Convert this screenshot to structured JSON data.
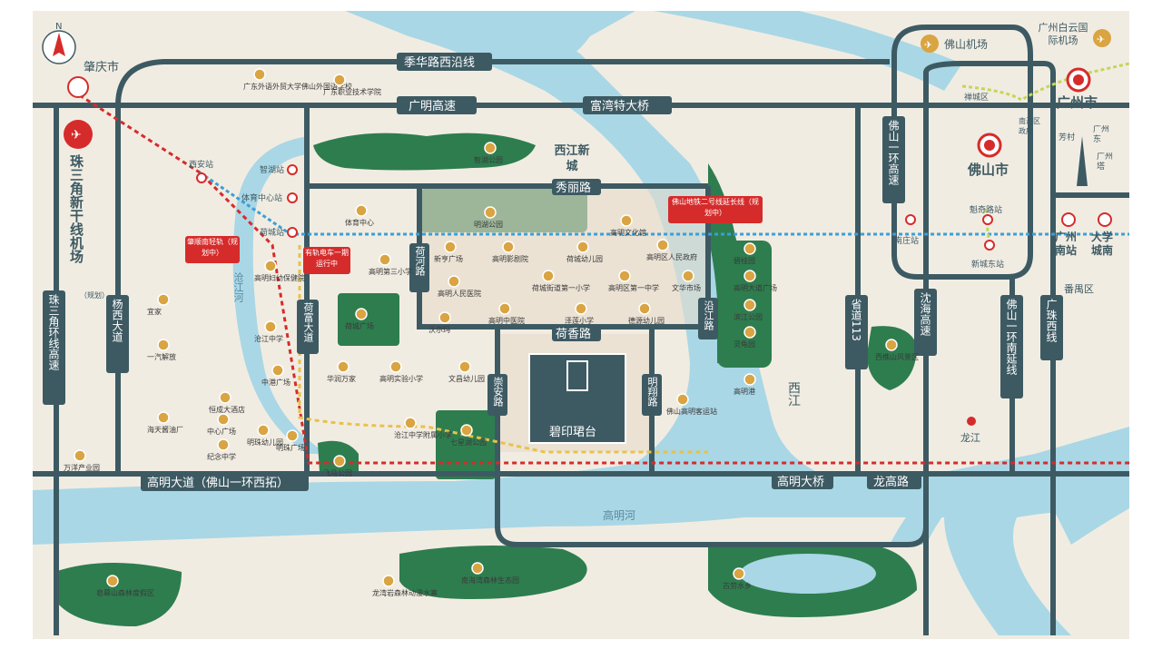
{
  "compass": {
    "label": "N"
  },
  "cities": {
    "zhaoqing": "肇庆市",
    "guangzhou": "广州市",
    "foshan": "佛山市",
    "guangzhou_south": "广州南站",
    "university_city": "大学城南"
  },
  "airports": {
    "pearl_delta": "珠三角新干线机场",
    "pearl_delta_sub": "（规划）",
    "foshan": "佛山机场",
    "baiyun": "广州白云国际机场"
  },
  "roads": {
    "jihua": "季华路西沿线",
    "guangming": "广明高速",
    "fuwan": "富湾特大桥",
    "gaoming_avenue": "高明大道（佛山一环西拓）",
    "gaoming_bridge": "高明大桥",
    "longgao": "龙高路",
    "zhu_ring": "珠三角环线高速",
    "yangxi": "杨西大道",
    "foshan_ring1": "佛山一环高速",
    "shengdao": "省道113",
    "shenhai": "沈海高速",
    "foshan_ring_south": "佛山一环南延线",
    "guangzhu_west": "广珠西线",
    "xiuli": "秀丽路",
    "hexiang": "荷香路",
    "hefu": "荷富大道",
    "hehe": "荷河路",
    "yanjiang": "沿江路",
    "chongan": "崇安路",
    "mingxiang": "明翔路"
  },
  "districts": {
    "xijiang_newtown": "西江新城",
    "xijiang_river": "西江",
    "canggang_river": "沧江河",
    "gaoming_river": "高明河",
    "panyu": "番禺区",
    "longjiang": "龙江",
    "chancheng": "禅城区",
    "nanhai_gov": "南海区政府",
    "huangqi": "芳村",
    "guangzhou_east": "广州东",
    "canton_tower": "广州塔"
  },
  "metro_stations": [
    "西安站",
    "智湖站",
    "体育中心站",
    "荷城站",
    "南庄站",
    "魁奇路站",
    "新城东站"
  ],
  "red_tags": {
    "metro_ext": "佛山地铁二号线延长线（规划中）",
    "rail_zhaoqing": "肇顺南轻轨（规划中）",
    "tram": "有轨电车一期运行中"
  },
  "pois": [
    {
      "name": "广东外语外贸大学佛山外国语学校"
    },
    {
      "name": "广东职业技术学院"
    },
    {
      "name": "智湖公园"
    },
    {
      "name": "明湖公园"
    },
    {
      "name": "高明文化馆"
    },
    {
      "name": "体育中心"
    },
    {
      "name": "高明第三小学"
    },
    {
      "name": "高明妇幼保健院"
    },
    {
      "name": "沧江中学"
    },
    {
      "name": "中港广场"
    },
    {
      "name": "荷城广场"
    },
    {
      "name": "华润万家"
    },
    {
      "name": "高明实验小学"
    },
    {
      "name": "文昌幼儿园"
    },
    {
      "name": "新亨广场"
    },
    {
      "name": "高明人民医院"
    },
    {
      "name": "高明影剧院"
    },
    {
      "name": "荷城幼儿园"
    },
    {
      "name": "荷城街道第一小学"
    },
    {
      "name": "高明区第一中学"
    },
    {
      "name": "文华市场"
    },
    {
      "name": "高明区人民政府"
    },
    {
      "name": "沃尔玛"
    },
    {
      "name": "高明中医院"
    },
    {
      "name": "泽莲小学"
    },
    {
      "name": "德源幼儿园"
    },
    {
      "name": "碧桂园"
    },
    {
      "name": "高明大道广场"
    },
    {
      "name": "滨江公园"
    },
    {
      "name": "灵龟园"
    },
    {
      "name": "高明港"
    },
    {
      "name": "佛山高明客运站"
    },
    {
      "name": "七星湖公园"
    },
    {
      "name": "沧江中学附属小学"
    },
    {
      "name": "恒成大酒店"
    },
    {
      "name": "中心广场"
    },
    {
      "name": "纪念中学"
    },
    {
      "name": "明珠幼儿园"
    },
    {
      "name": "明珠广场"
    },
    {
      "name": "飞马公园"
    },
    {
      "name": "万洋产业园"
    },
    {
      "name": "宜家"
    },
    {
      "name": "一汽解放"
    },
    {
      "name": "海天酱油厂"
    },
    {
      "name": "西樵山风景区"
    },
    {
      "name": "南海湾森林生态园"
    },
    {
      "name": "龙湾岩森林动漫水寨"
    },
    {
      "name": "皂幕山森林度假区"
    },
    {
      "name": "古劳水乡"
    }
  ],
  "project": {
    "name": "碧印珺台"
  },
  "colors": {
    "road": "#3d5a63",
    "water": "#a9d7e6",
    "green": "#2e7d4f",
    "land": "#f3eee4",
    "accent_red": "#d62b2b",
    "poi_gold": "#d9a441"
  }
}
